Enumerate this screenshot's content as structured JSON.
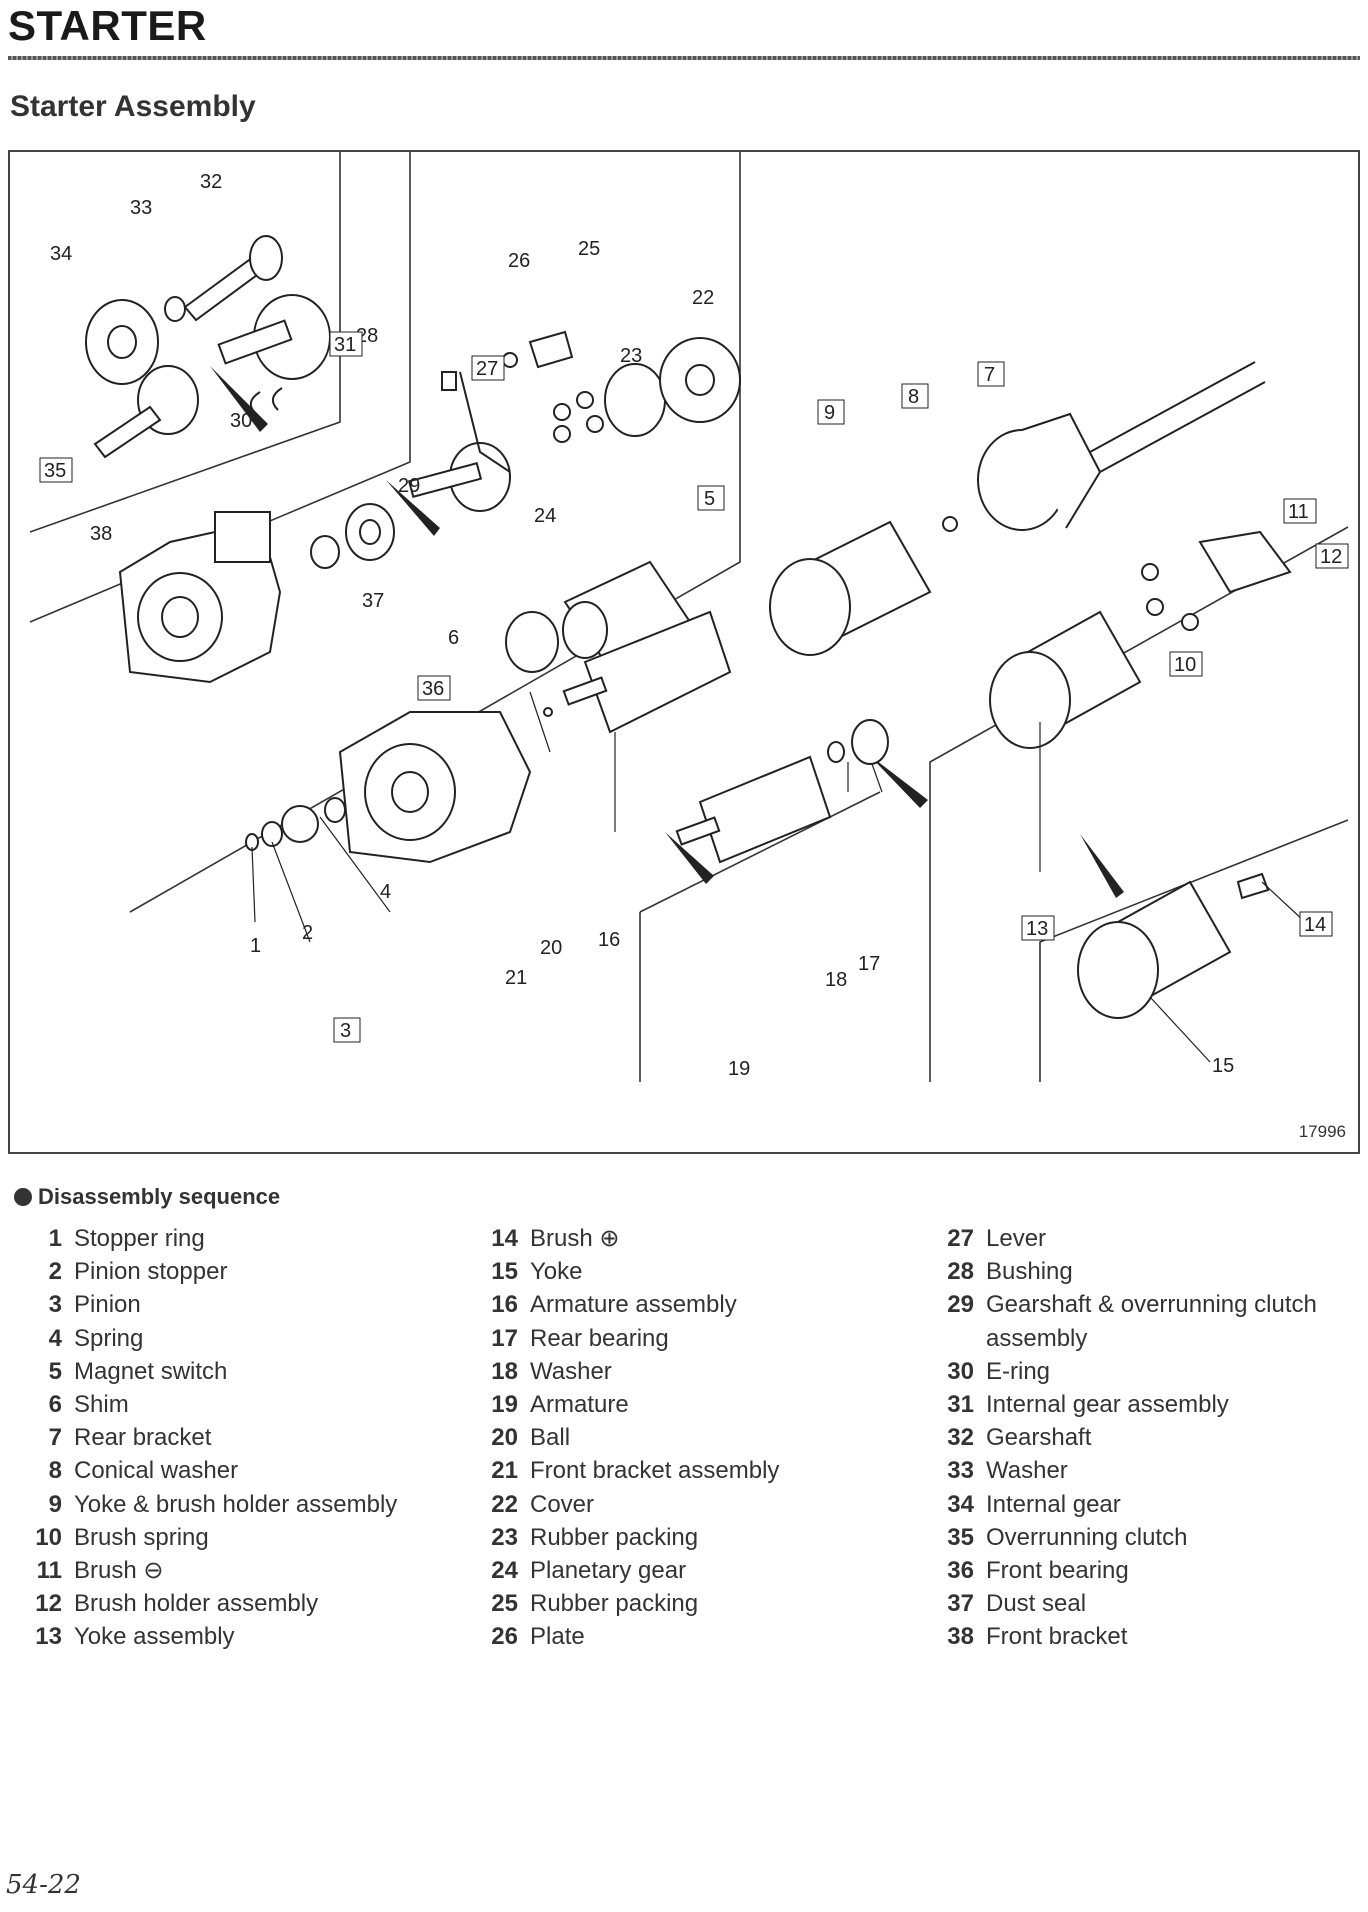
{
  "page": {
    "section_title": "STARTER",
    "subtitle": "Starter Assembly",
    "page_number": "54-22"
  },
  "figure": {
    "figure_id": "17996",
    "callouts": [
      "1",
      "2",
      "3",
      "4",
      "5",
      "6",
      "7",
      "8",
      "9",
      "10",
      "11",
      "12",
      "13",
      "14",
      "15",
      "16",
      "17",
      "18",
      "19",
      "20",
      "21",
      "22",
      "23",
      "24",
      "25",
      "26",
      "27",
      "28",
      "29",
      "30",
      "31",
      "32",
      "33",
      "34",
      "35",
      "36",
      "37",
      "38"
    ],
    "boxed_callouts": [
      "3",
      "5",
      "7",
      "8",
      "9",
      "10",
      "11",
      "12",
      "13",
      "14",
      "27",
      "31",
      "35",
      "36"
    ]
  },
  "sequence": {
    "heading": "Disassembly sequence",
    "items": [
      {
        "num": "1",
        "label": "Stopper ring"
      },
      {
        "num": "2",
        "label": "Pinion stopper"
      },
      {
        "num": "3",
        "label": "Pinion"
      },
      {
        "num": "4",
        "label": "Spring"
      },
      {
        "num": "5",
        "label": "Magnet switch"
      },
      {
        "num": "6",
        "label": "Shim"
      },
      {
        "num": "7",
        "label": "Rear bracket"
      },
      {
        "num": "8",
        "label": "Conical washer"
      },
      {
        "num": "9",
        "label": "Yoke & brush holder assembly"
      },
      {
        "num": "10",
        "label": "Brush spring"
      },
      {
        "num": "11",
        "label": "Brush ⊖"
      },
      {
        "num": "12",
        "label": "Brush holder assembly"
      },
      {
        "num": "13",
        "label": "Yoke assembly"
      },
      {
        "num": "14",
        "label": "Brush ⊕"
      },
      {
        "num": "15",
        "label": "Yoke"
      },
      {
        "num": "16",
        "label": "Armature assembly"
      },
      {
        "num": "17",
        "label": "Rear bearing"
      },
      {
        "num": "18",
        "label": "Washer"
      },
      {
        "num": "19",
        "label": "Armature"
      },
      {
        "num": "20",
        "label": "Ball"
      },
      {
        "num": "21",
        "label": "Front bracket assembly"
      },
      {
        "num": "22",
        "label": "Cover"
      },
      {
        "num": "23",
        "label": "Rubber packing"
      },
      {
        "num": "24",
        "label": "Planetary gear"
      },
      {
        "num": "25",
        "label": "Rubber packing"
      },
      {
        "num": "26",
        "label": "Plate"
      },
      {
        "num": "27",
        "label": "Lever"
      },
      {
        "num": "28",
        "label": "Bushing"
      },
      {
        "num": "29",
        "label": "Gearshaft & overrunning clutch assembly"
      },
      {
        "num": "30",
        "label": "E-ring"
      },
      {
        "num": "31",
        "label": "Internal gear assembly"
      },
      {
        "num": "32",
        "label": "Gearshaft"
      },
      {
        "num": "33",
        "label": "Washer"
      },
      {
        "num": "34",
        "label": "Internal gear"
      },
      {
        "num": "35",
        "label": "Overrunning clutch"
      },
      {
        "num": "36",
        "label": "Front bearing"
      },
      {
        "num": "37",
        "label": "Dust seal"
      },
      {
        "num": "38",
        "label": "Front bracket"
      }
    ]
  }
}
